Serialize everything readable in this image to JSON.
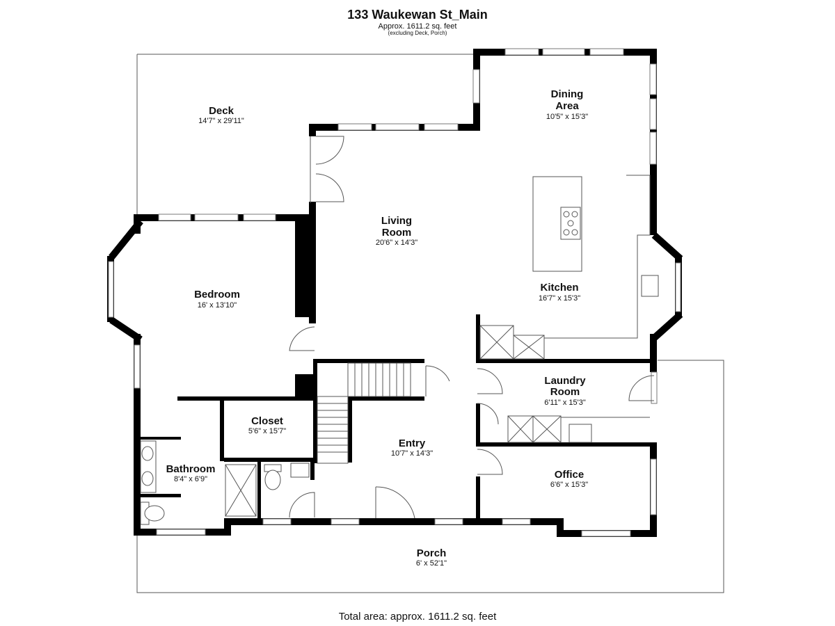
{
  "header": {
    "title": "133 Waukewan St_Main",
    "subtitle": "Approx. 1611.2 sq. feet",
    "note": "(excluding Deck, Porch)"
  },
  "rooms": {
    "deck": {
      "name": "Deck",
      "dims": "14'7\" x 29'11\""
    },
    "dining": {
      "name_line1": "Dining",
      "name_line2": "Area",
      "dims": "10'5\" x 15'3\""
    },
    "living": {
      "name_line1": "Living",
      "name_line2": "Room",
      "dims": "20'6\" x 14'3\""
    },
    "bedroom": {
      "name": "Bedroom",
      "dims": "16' x 13'10\""
    },
    "kitchen": {
      "name": "Kitchen",
      "dims": "16'7\" x 15'3\""
    },
    "laundry": {
      "name_line1": "Laundry",
      "name_line2": "Room",
      "dims": "6'11\" x 15'3\""
    },
    "closet": {
      "name": "Closet",
      "dims": "5'6\" x 15'7\""
    },
    "entry": {
      "name": "Entry",
      "dims": "10'7\" x 14'3\""
    },
    "bathroom": {
      "name": "Bathroom",
      "dims": "8'4\" x 6'9\""
    },
    "office": {
      "name": "Office",
      "dims": "6'6\" x 15'3\""
    },
    "porch": {
      "name": "Porch",
      "dims": "6' x 52'1\""
    }
  },
  "footer": {
    "total": "Total area: approx. 1611.2 sq. feet"
  }
}
